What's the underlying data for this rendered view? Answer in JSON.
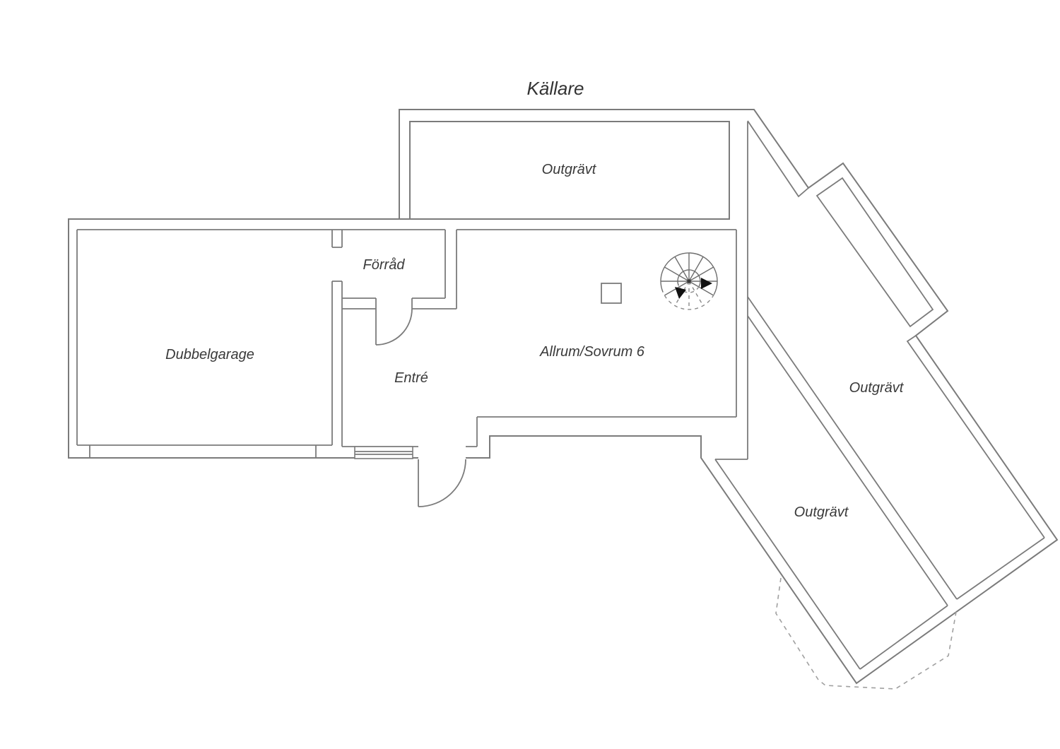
{
  "title": {
    "text": "Källare"
  },
  "rooms": {
    "outgravt_top": {
      "label": "Outgrävt"
    },
    "forrad": {
      "label": "Förråd"
    },
    "dubbelgarage": {
      "label": "Dubbelgarage"
    },
    "entre": {
      "label": "Entré"
    },
    "allrum": {
      "label": "Allrum/Sovrum 6"
    },
    "outgravt_mid": {
      "label": "Outgrävt"
    },
    "outgravt_low": {
      "label": "Outgrävt"
    }
  },
  "features": {
    "staircase": "spiral staircase with direction arrows",
    "chimney": "square shaft in living room",
    "entrance_door": "exterior door swinging outward",
    "forrad_door": "interior door to entry",
    "window": "window in entry exterior wall",
    "dashed_outline": "dashed unexcavated ground outline"
  },
  "colors": {
    "background": "#ffffff",
    "wall_line": "#7b7b7b",
    "dashed_line": "#a0a0a0",
    "text": "#3a3a3a"
  }
}
